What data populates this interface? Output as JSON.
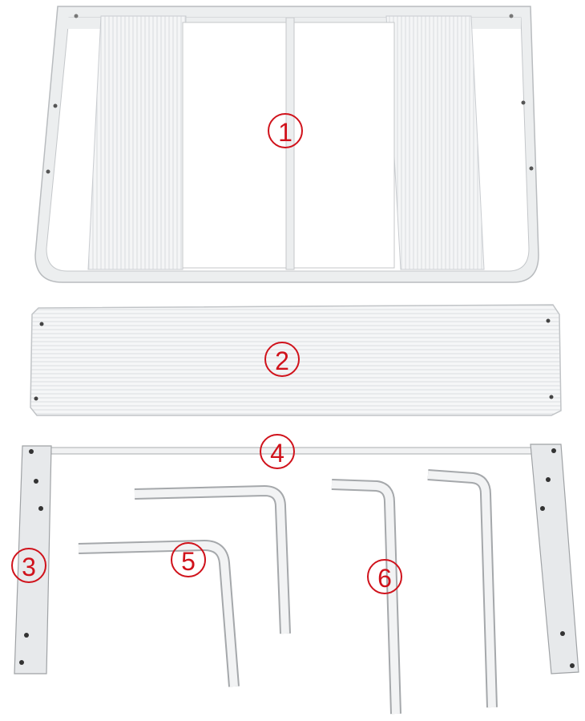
{
  "diagram": {
    "type": "parts-breakdown",
    "subject": "shelf assembly components",
    "accent_color": "#d0121b",
    "parts": [
      {
        "id": 1,
        "label": "1",
        "description": "top frame with two ribbed panels and center divider"
      },
      {
        "id": 2,
        "label": "2",
        "description": "ribbed flat shelf panel"
      },
      {
        "id": 3,
        "label": "3",
        "description": "flat side bracket strip with screw holes (left)"
      },
      {
        "id": 4,
        "label": "4",
        "description": "horizontal connecting rod between side brackets"
      },
      {
        "id": 5,
        "label": "5",
        "description": "L-shaped bent tube supports (pair)"
      },
      {
        "id": 6,
        "label": "6",
        "description": "L-shaped hook rods (pair)"
      }
    ]
  }
}
